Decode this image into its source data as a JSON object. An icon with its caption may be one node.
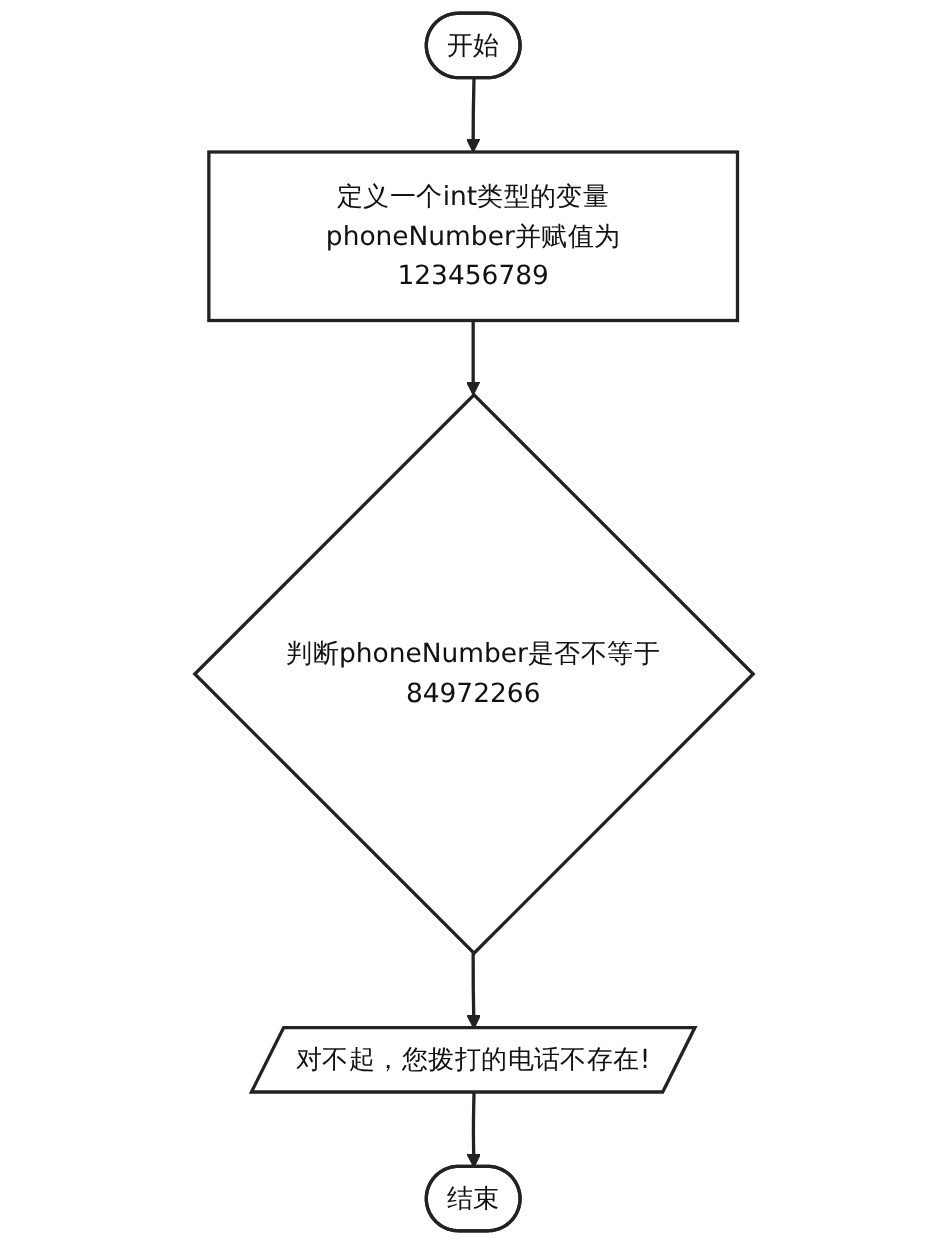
{
  "diagram": {
    "nodes": [
      {
        "text": [
          "开始"
        ]
      },
      {
        "text": [
          "定义一个int类型的变量phoneNumber并赋值为123456789"
        ]
      },
      {
        "text": [
          "判断phoneNumber是否不等于84972266"
        ]
      },
      {
        "text": [
          "对不起，您拨打的电话不存在!"
        ]
      },
      {
        "text": [
          "结束"
        ]
      }
    ],
    "edges": [
      {
        "from": 0,
        "to": 1,
        "arrow": "to"
      },
      {
        "from": 1,
        "to": 2,
        "arrow": "to"
      },
      {
        "from": 2,
        "to": 3,
        "arrow": "to"
      },
      {
        "from": 3,
        "to": 4,
        "arrow": "to"
      }
    ]
  }
}
